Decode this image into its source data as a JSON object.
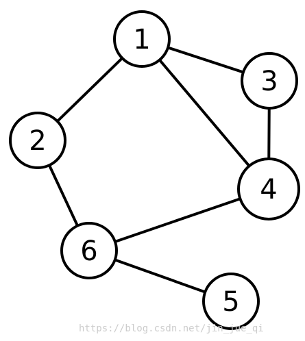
{
  "graph": {
    "nodes": [
      {
        "id": "1",
        "label": "1"
      },
      {
        "id": "2",
        "label": "2"
      },
      {
        "id": "3",
        "label": "3"
      },
      {
        "id": "4",
        "label": "4"
      },
      {
        "id": "5",
        "label": "5"
      },
      {
        "id": "6",
        "label": "6"
      }
    ],
    "edges": [
      {
        "from": "1",
        "to": "2"
      },
      {
        "from": "1",
        "to": "3"
      },
      {
        "from": "1",
        "to": "4"
      },
      {
        "from": "3",
        "to": "4"
      },
      {
        "from": "2",
        "to": "6"
      },
      {
        "from": "4",
        "to": "6"
      },
      {
        "from": "6",
        "to": "5"
      }
    ]
  },
  "watermark": "https://blog.csdn.net/jin_jue_qi",
  "colors": {
    "stroke": "#000000",
    "fill": "#ffffff",
    "watermark": "#cccccc"
  }
}
